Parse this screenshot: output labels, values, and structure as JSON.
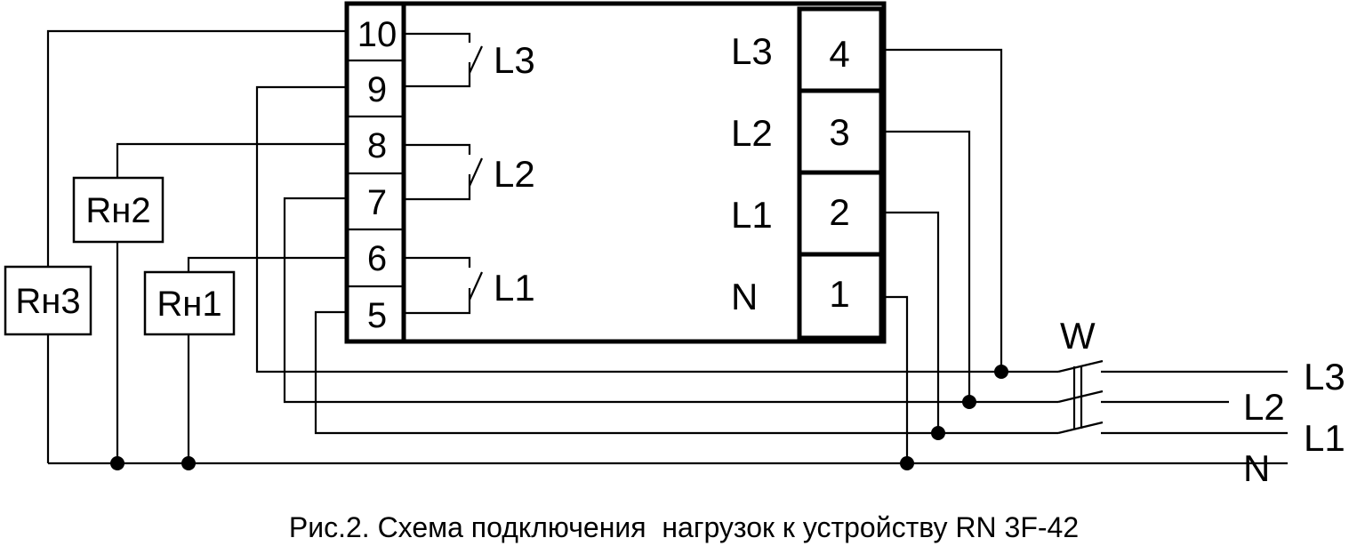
{
  "left_terminals": [
    "10",
    "9",
    "8",
    "7",
    "6",
    "5"
  ],
  "right_terminals": [
    "4",
    "3",
    "2",
    "1"
  ],
  "right_phase_labels": [
    "L3",
    "L2",
    "L1",
    "N"
  ],
  "relay_labels": [
    "L3",
    "L2",
    "L1"
  ],
  "loads": [
    "Rн3",
    "Rн2",
    "Rн1"
  ],
  "breaker_label": "W",
  "line_labels": [
    "L3",
    "L2",
    "L1",
    "N"
  ],
  "caption": "Рис.2. Схема подключения  нагрузок к устройству RN 3F-42",
  "colors": {
    "line": "#000000",
    "background": "#ffffff"
  }
}
